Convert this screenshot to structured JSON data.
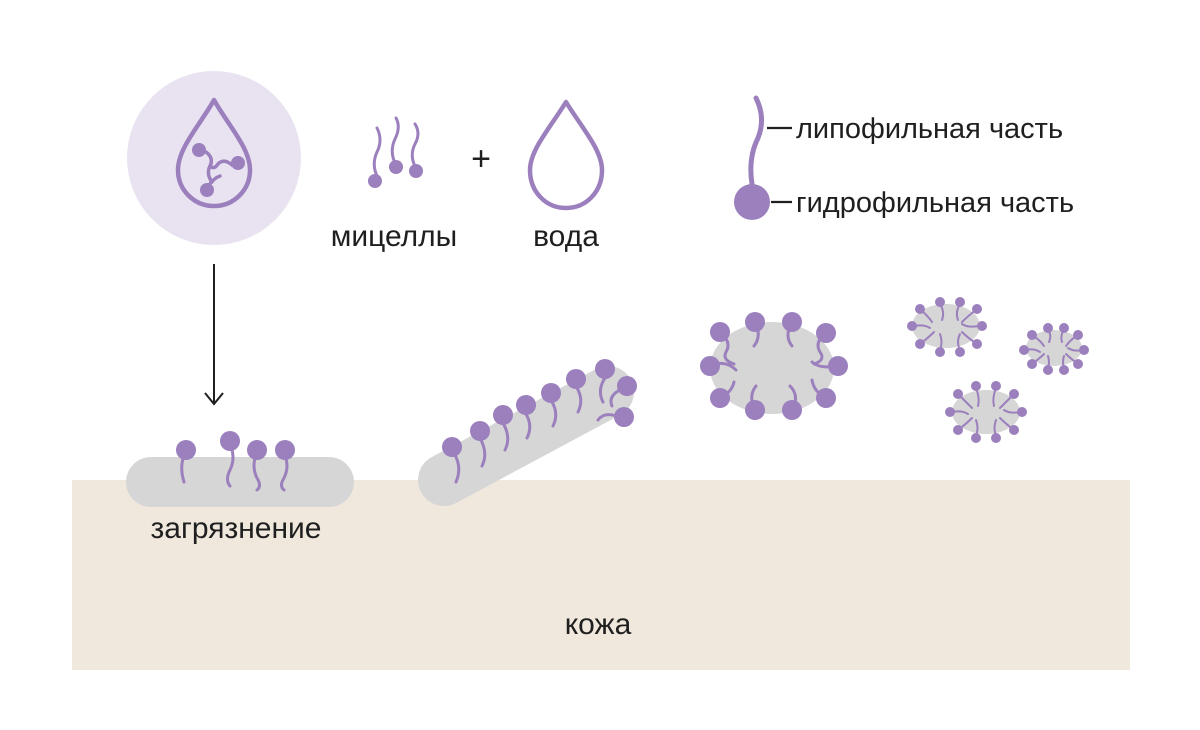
{
  "labels": {
    "micelles": "мицеллы",
    "plus": "+",
    "water": "вода",
    "lipophilic": "липофильная часть",
    "hydrophilic": "гидрофильная часть",
    "dirt": "загрязнение",
    "skin": "кожа"
  },
  "colors": {
    "accent": "#9b80bd",
    "circle_bg": "#e9e3f1",
    "dirt": "#d6d6d6",
    "skin": "#f0e7dd",
    "text": "#1f1f1f"
  }
}
